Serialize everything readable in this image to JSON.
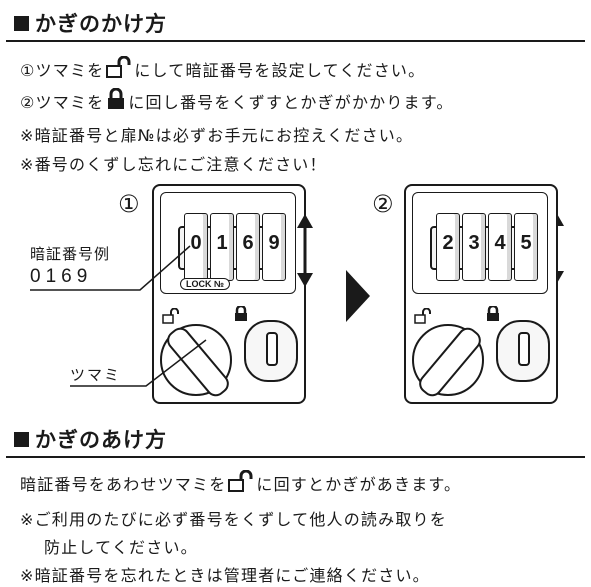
{
  "section_lock": {
    "title": "かぎのかけ方",
    "steps": [
      {
        "prefix": "①ツマミを",
        "suffix": "にして暗証番号を設定してください。",
        "icon": "unlocked-padlock-icon"
      },
      {
        "prefix": "②ツマミを",
        "suffix": "に回し番号をくずすとかぎがかかります。",
        "icon": "locked-padlock-icon"
      }
    ],
    "notes": [
      "※暗証番号と扉№は必ずお手元にお控えください。",
      "※番号のくずし忘れにご注意ください！"
    ]
  },
  "figure": {
    "step1_marker": "①",
    "step2_marker": "②",
    "example_label": "暗証番号例",
    "example_code": "0169",
    "knob_label": "ツマミ",
    "lock_badge": "LOCK №",
    "dials_step1": [
      "0",
      "1",
      "6",
      "9"
    ],
    "dials_step2": [
      "2",
      "3",
      "4",
      "5"
    ]
  },
  "section_unlock": {
    "title": "かぎのあけ方",
    "line1_prefix": "暗証番号をあわせツマミを",
    "line1_suffix": "に回すとかぎがあきます。",
    "note1a": "※ご利用のたびに必ず番号をくずして他人の読み取りを",
    "note1b": "防止してください。",
    "note2": "※暗証番号を忘れたときは管理者にご連絡ください。"
  }
}
